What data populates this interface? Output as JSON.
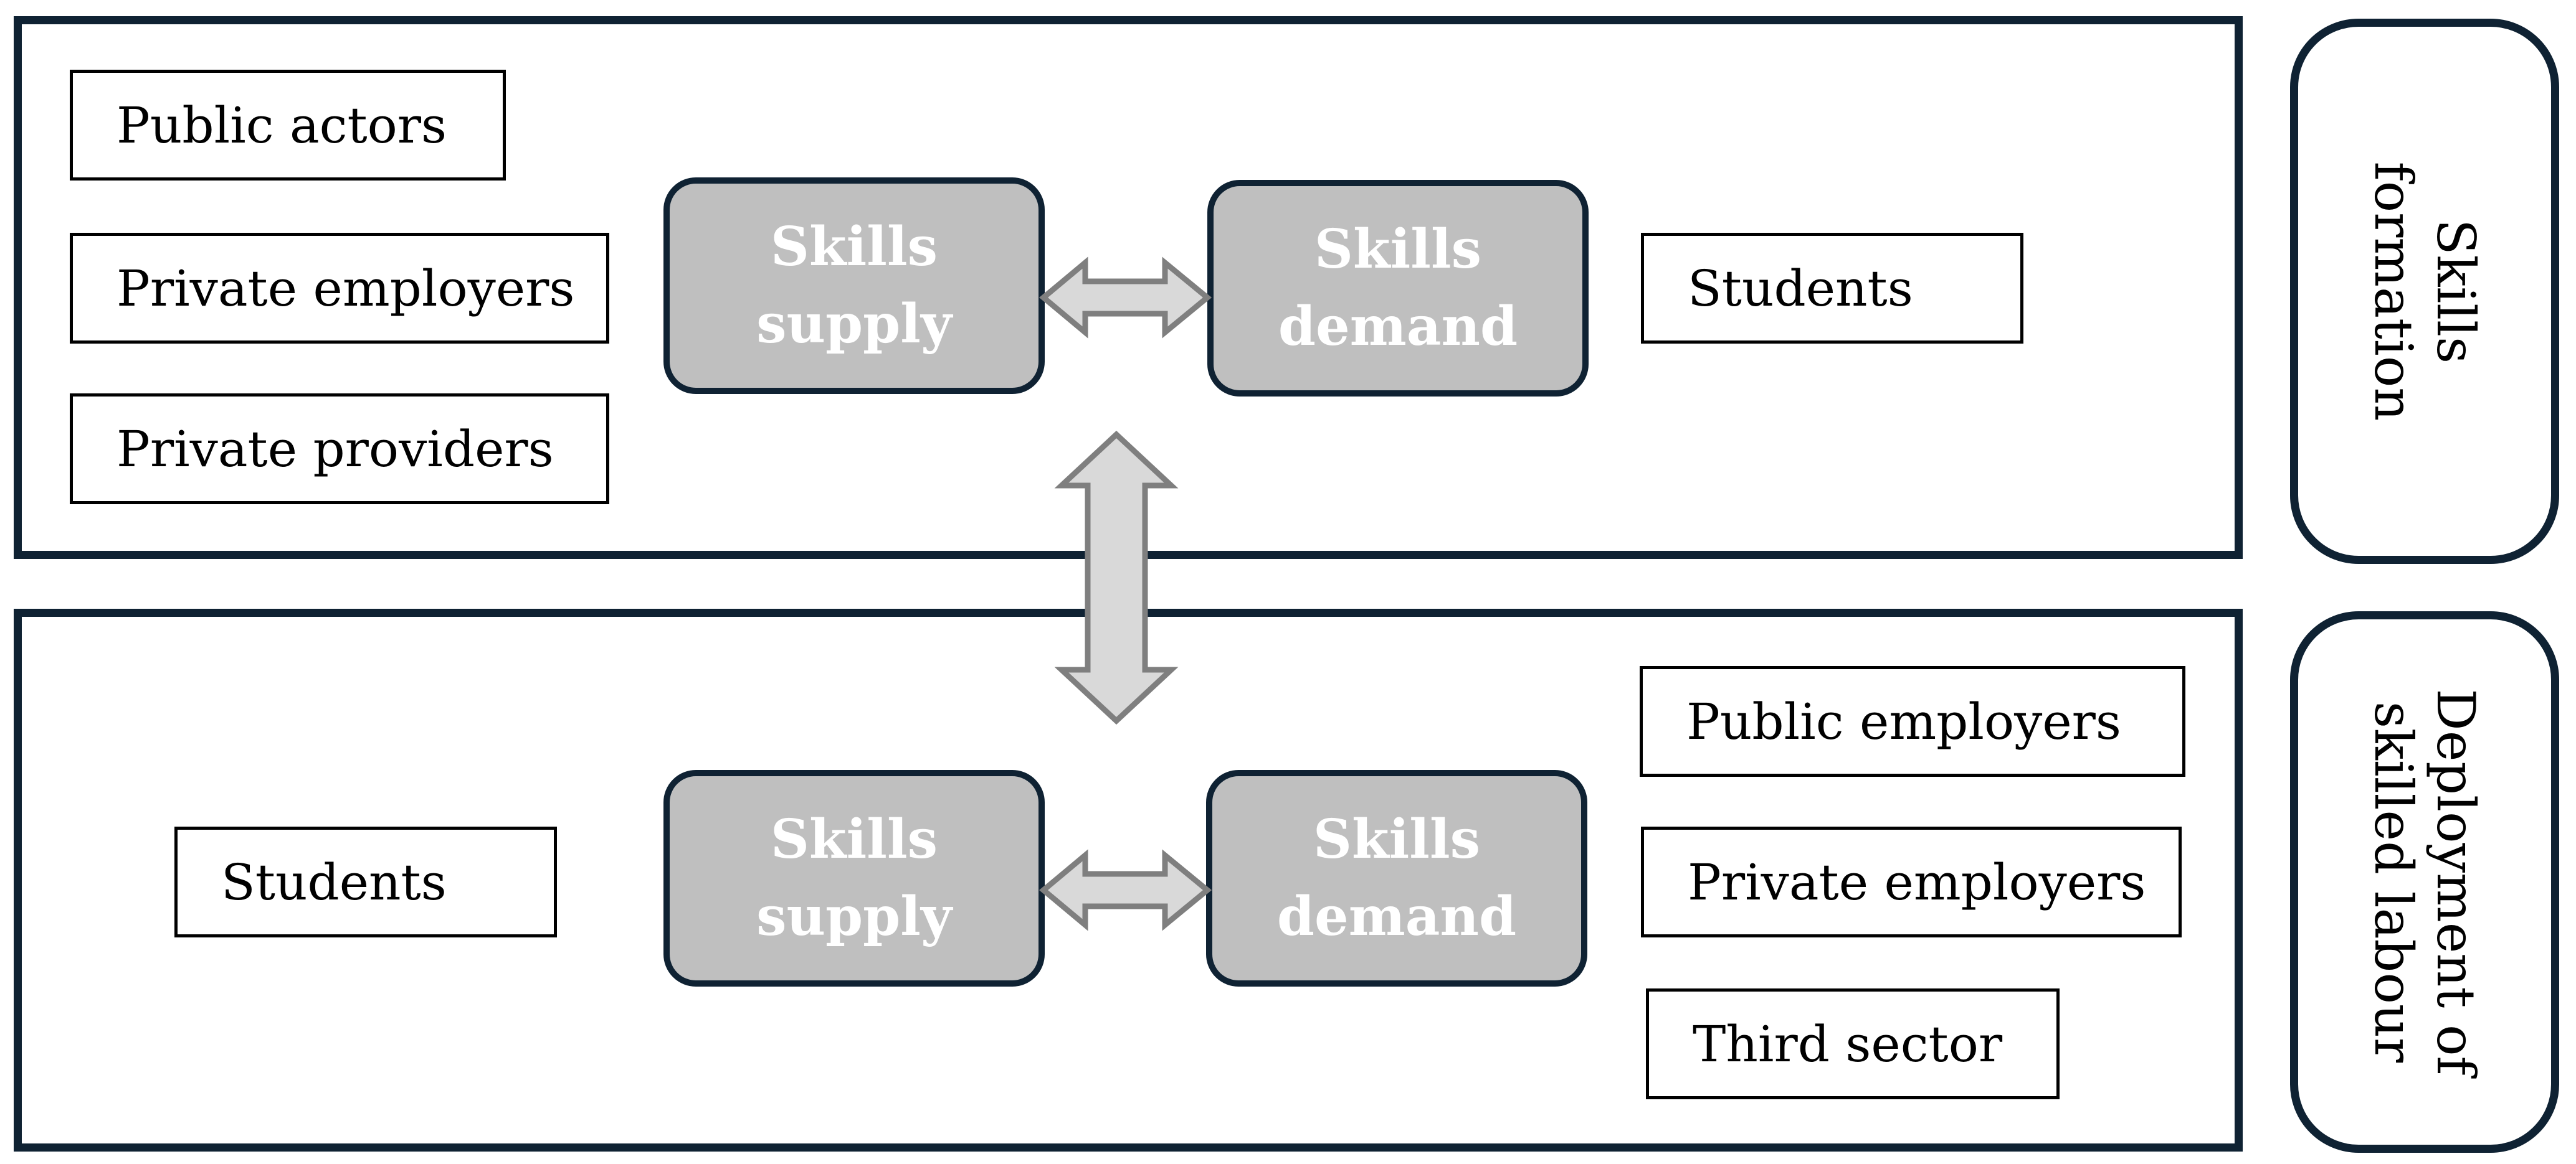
{
  "skills_formation": {
    "section_label_line1": "Skills",
    "section_label_line2": "formation",
    "actors_left": [
      "Public actors",
      "Private employers",
      "Private providers"
    ],
    "actors_right": [
      "Students"
    ],
    "supply_line1": "Skills",
    "supply_line2": "supply",
    "demand_line1": "Skills",
    "demand_line2": "demand"
  },
  "deployment": {
    "section_label_line1": "Deployment of",
    "section_label_line2": "skilled labour",
    "actors_left": [
      "Students"
    ],
    "actors_right": [
      "Public employers",
      "Private employers",
      "Third sector"
    ],
    "supply_line1": "Skills",
    "supply_line2": "supply",
    "demand_line1": "Skills",
    "demand_line2": "demand"
  },
  "colors": {
    "frame": "#0f2233",
    "node_fill": "#bfbfbf",
    "arrow_fill": "#d9d9d9",
    "arrow_stroke": "#7f7f7f"
  }
}
